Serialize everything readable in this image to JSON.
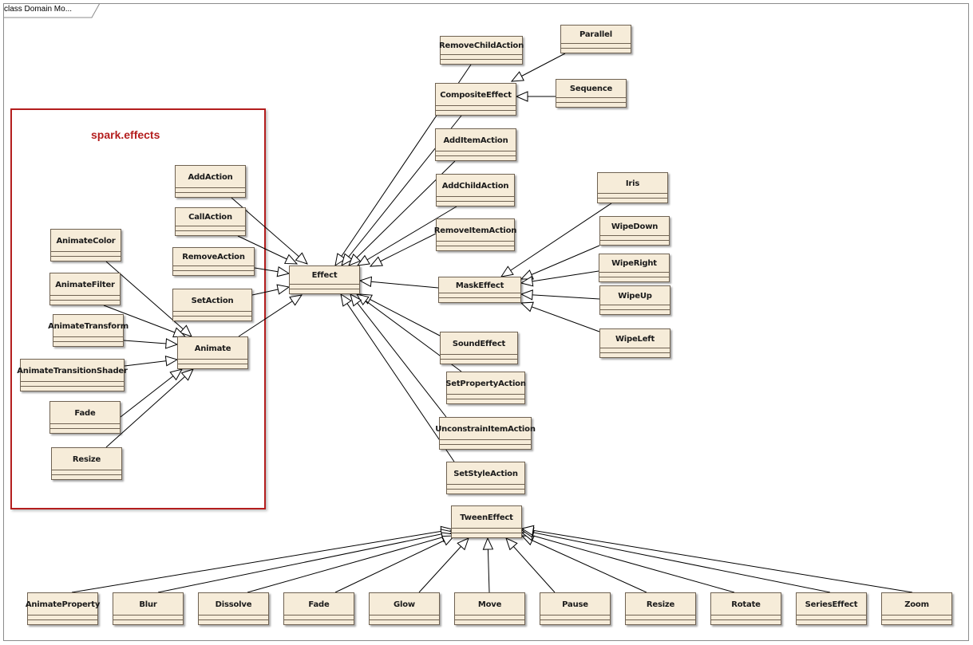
{
  "diagram": {
    "title": "class Domain Mo...",
    "package_name": "spark.effects"
  },
  "colors": {
    "class_fill": "#f6ecd9",
    "class_border": "#6f6252",
    "package_border": "#b41e1e",
    "line": "#000000"
  },
  "classes": {
    "effect": "Effect",
    "animate": "Animate",
    "add_action": "AddAction",
    "call_action": "CallAction",
    "remove_action": "RemoveAction",
    "set_action": "SetAction",
    "animate_color": "AnimateColor",
    "animate_filter": "AnimateFilter",
    "animate_transform": "AnimateTransform",
    "animate_transition_shader": "AnimateTransitionShader",
    "fade_spark": "Fade",
    "resize_spark": "Resize",
    "remove_child_action": "RemoveChildAction",
    "parallel": "Parallel",
    "composite_effect": "CompositeEffect",
    "sequence": "Sequence",
    "add_item_action": "AddItemAction",
    "add_child_action": "AddChildAction",
    "remove_item_action": "RemoveItemAction",
    "mask_effect": "MaskEffect",
    "iris": "Iris",
    "wipe_down": "WipeDown",
    "wipe_right": "WipeRight",
    "wipe_up": "WipeUp",
    "wipe_left": "WipeLeft",
    "sound_effect": "SoundEffect",
    "set_property_action": "SetPropertyAction",
    "unconstrain_item_action": "UnconstrainItemAction",
    "set_style_action": "SetStyleAction",
    "tween_effect": "TweenEffect",
    "animate_property": "AnimateProperty",
    "blur": "Blur",
    "dissolve": "Dissolve",
    "fade_mx": "Fade",
    "glow": "Glow",
    "move": "Move",
    "pause": "Pause",
    "resize_mx": "Resize",
    "rotate": "Rotate",
    "series_effect": "SeriesEffect",
    "zoom": "Zoom"
  }
}
